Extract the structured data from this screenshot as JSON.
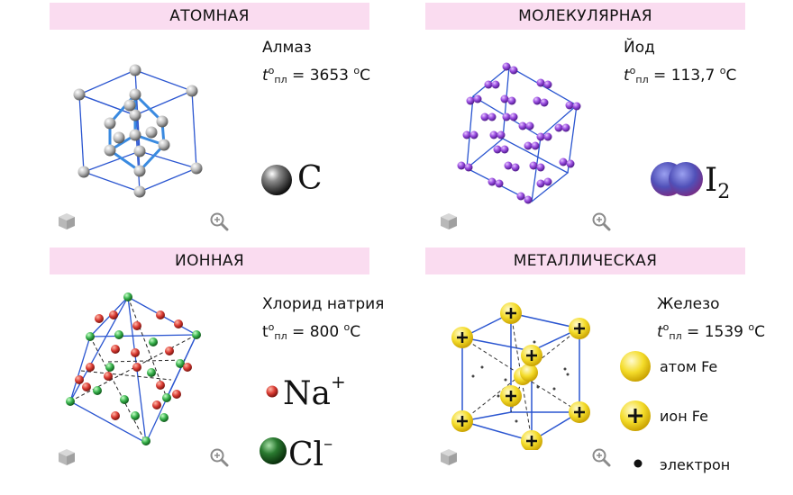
{
  "panels": {
    "atomic": {
      "title": "АТОМНАЯ",
      "substance": "Алмаз",
      "t_symbol": "t",
      "t_sup": "o",
      "t_sub": "пл",
      "t_value": " = 3653 ",
      "t_unit_sup": "o",
      "t_unit": "C",
      "formula": "C"
    },
    "molecular": {
      "title": "МОЛЕКУЛЯРНАЯ",
      "substance": "Йод",
      "t_symbol": "t",
      "t_sup": "o",
      "t_sub": "пл",
      "t_value": " = 113,7 ",
      "t_unit_sup": "o",
      "t_unit": "C",
      "formula": "I",
      "formula_sub": "2"
    },
    "ionic": {
      "title": "ИОННАЯ",
      "substance": "Хлорид натрия",
      "t_symbol": "t",
      "t_sup": "o",
      "t_sub": "пл",
      "t_value": " = 800 ",
      "t_unit_sup": "o",
      "t_unit": "C",
      "ion1": "Na",
      "ion1_charge": "+",
      "ion2": "Cl",
      "ion2_charge": "–"
    },
    "metallic": {
      "title": "МЕТАЛЛИЧЕСКАЯ",
      "substance": "Железо",
      "t_symbol": "t",
      "t_sup": "o",
      "t_sub": "пл",
      "t_value": " = 1539 ",
      "t_unit_sup": "o",
      "t_unit": "C",
      "legend_atom": "атом Fe",
      "legend_ion": "ион Fe",
      "legend_electron": "электрон",
      "ion_symbol": "+"
    }
  },
  "colors": {
    "header_bg": "#fadcf0",
    "bond": "#2a55d0",
    "carbon": "#bdbdbd",
    "iodine": "#8a3fd0",
    "sodium": "#d93a32",
    "chlorine": "#35b04a",
    "iron": "#f4dc2a"
  },
  "icons": [
    "cube-icon",
    "zoom-icon"
  ]
}
